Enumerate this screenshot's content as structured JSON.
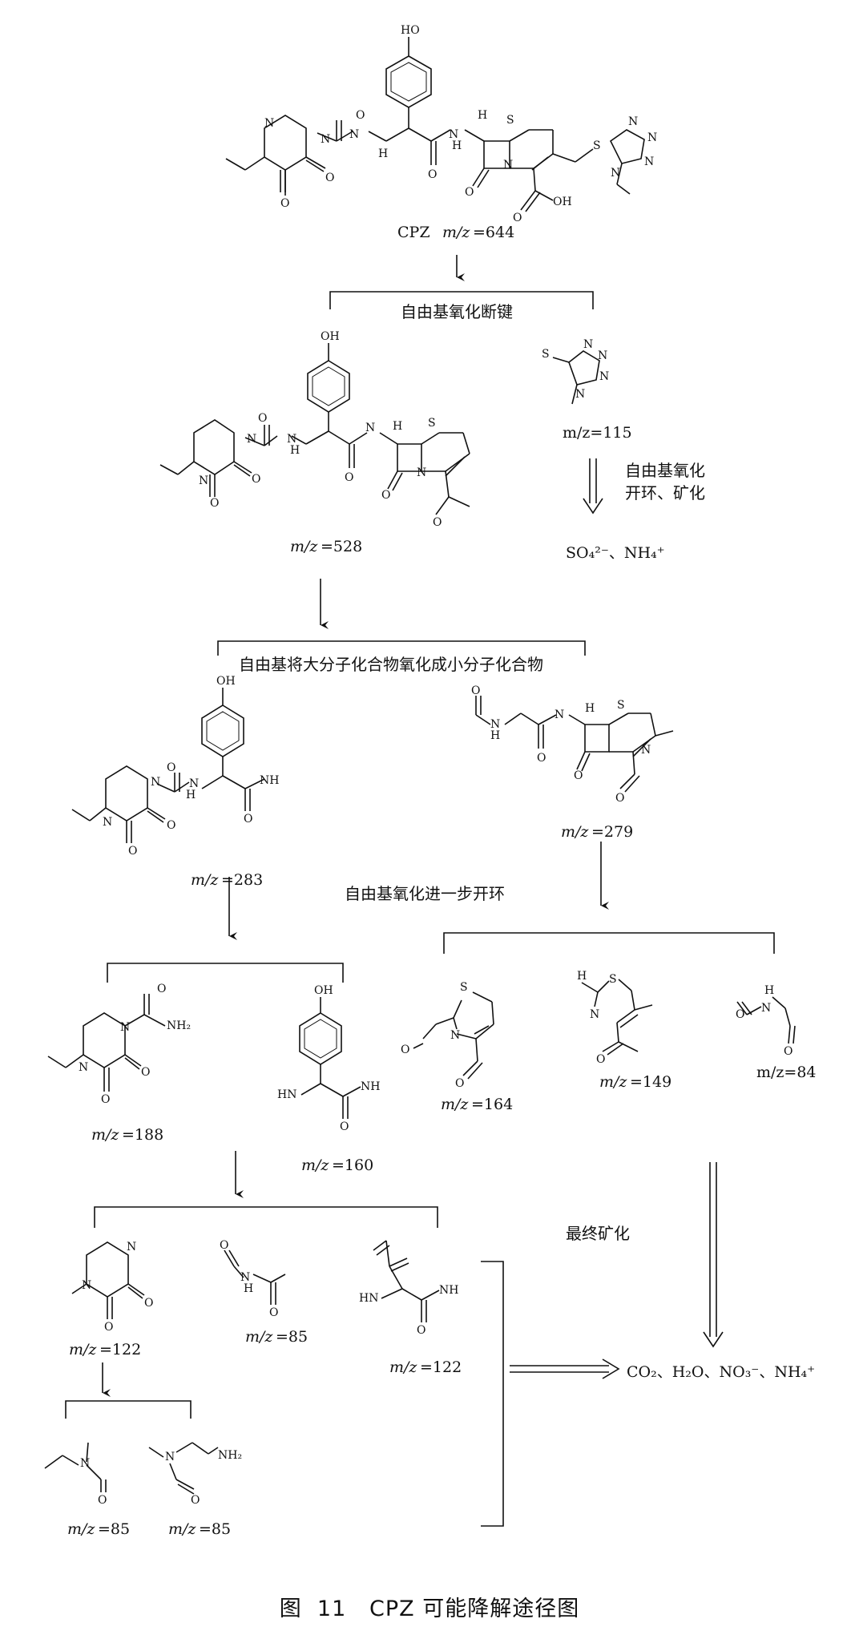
{
  "labels": {
    "cpz": "CPZ",
    "mz_644": "=644",
    "mz_115": "m/z=115",
    "mz_528": "=528",
    "mz_283": "=283",
    "mz_279": "=279",
    "mz_188": "=188",
    "mz_160": "=160",
    "mz_164": "=164",
    "mz_149": "=149",
    "mz_84": "m/z=84",
    "mz_122a": "=122",
    "mz_85a": "=85",
    "mz_122b": "=122",
    "mz_85b": "=85",
    "mz_85c": "=85",
    "mz_prefix": "m/z"
  },
  "steps": {
    "step1": "自由基氧化断键",
    "step2_line1": "自由基氧化",
    "step2_line2": "开环、矿化",
    "step3": "自由基将大分子化合物氧化成小分子化合物",
    "step4": "自由基氧化进一步开环",
    "step5": "最终矿化"
  },
  "products": {
    "ions": "SO₄²⁻、NH₄⁺",
    "final": "CO₂、H₂O、NO₃⁻、NH₄⁺"
  },
  "caption": {
    "fig": "图",
    "num": "11",
    "text": "CPZ 可能降解途径图"
  }
}
